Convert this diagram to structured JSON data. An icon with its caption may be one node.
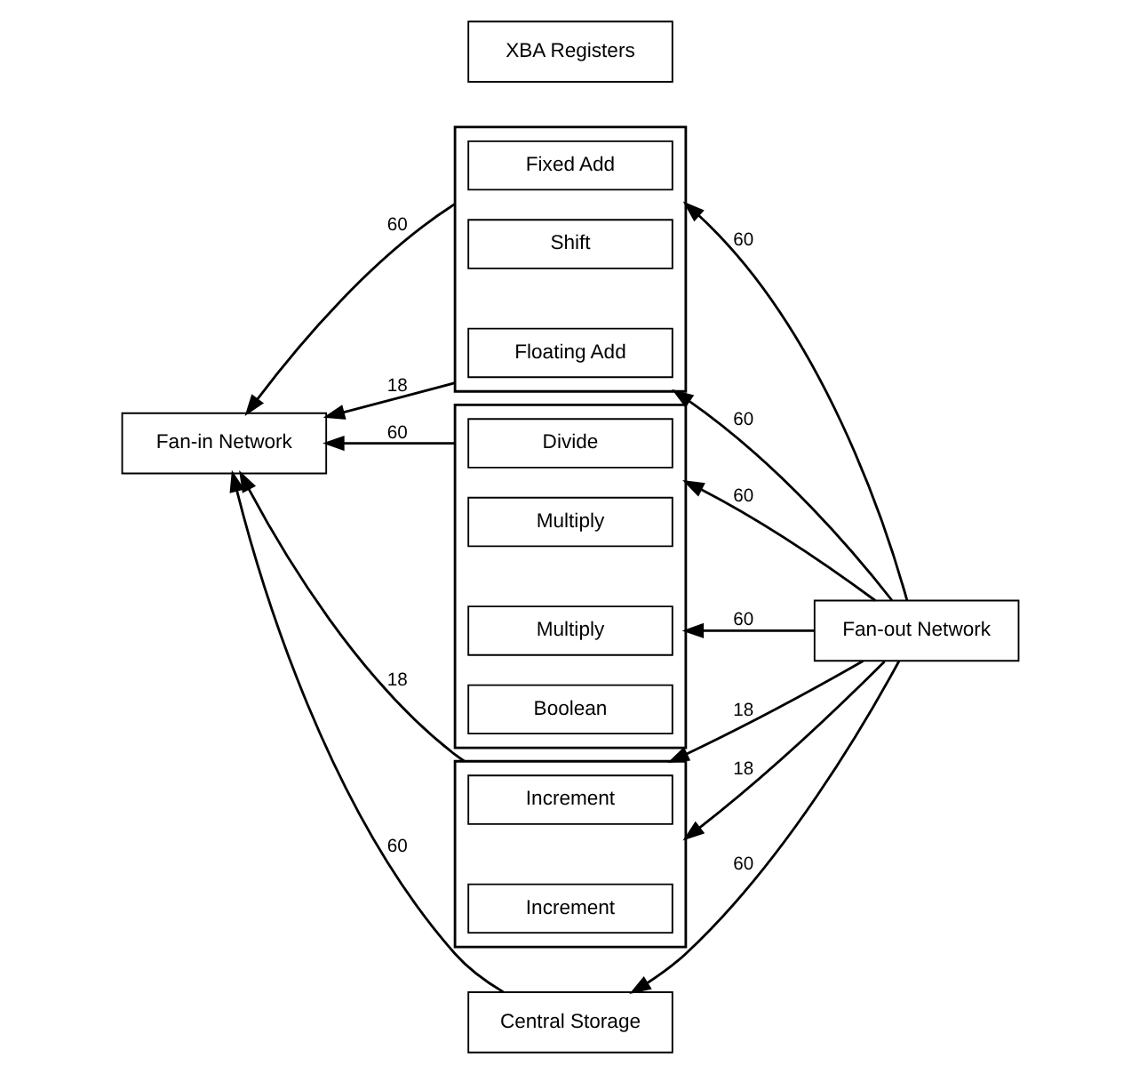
{
  "diagram": {
    "nodes": [
      {
        "text": [
          "Fan-in Network"
        ]
      },
      {
        "text": [
          "XBA Registers"
        ]
      },
      {
        "text": [
          "Fan-out Network"
        ]
      },
      {
        "text": [],
        "shape": "box"
      },
      {
        "text": [
          "Fixed Add"
        ],
        "in": 3
      },
      {
        "text": [
          "Floating Add"
        ],
        "in": 3
      },
      {
        "text": [
          "Shift"
        ],
        "in": 3
      },
      {
        "text": [],
        "shape": "box"
      },
      {
        "text": [
          "Boolean"
        ],
        "in": 7
      },
      {
        "text": [
          "Divide"
        ],
        "in": 7
      },
      {
        "text": [
          "Multiply"
        ],
        "in": 7
      },
      {
        "text": [
          "Multiply"
        ],
        "in": 7
      },
      {
        "text": [],
        "shape": "box"
      },
      {
        "text": [
          "Increment"
        ],
        "in": 12
      },
      {
        "text": [
          "Increment"
        ],
        "in": 12
      },
      {
        "text": [
          "Central Storage"
        ]
      }
    ],
    "edges": [
      {
        "from": 15,
        "to": 0,
        "arrow": "to",
        "label": "60"
      },
      {
        "from": 12,
        "to": 0,
        "arrow": "to",
        "label": "18"
      },
      {
        "from": 7,
        "to": 0,
        "arrow": "to",
        "label": "60"
      },
      {
        "from": 3,
        "to": 0,
        "arrow": "to",
        "label": "60"
      },
      {
        "from": 3,
        "to": 0,
        "arrow": "to",
        "label": "18"
      },
      {
        "from": 2,
        "to": 3,
        "arrow": "to",
        "label": "60"
      },
      {
        "from": 2,
        "to": 3,
        "arrow": "to",
        "label": "60"
      },
      {
        "from": 2,
        "to": 7,
        "arrow": "to",
        "label": "60"
      },
      {
        "from": 2,
        "to": 7,
        "arrow": "to",
        "label": "60"
      },
      {
        "from": 2,
        "to": 12,
        "arrow": "to",
        "label": "18"
      },
      {
        "from": 2,
        "to": 12,
        "arrow": "to",
        "label": "18"
      },
      {
        "from": 2,
        "to": 15,
        "arrow": "to",
        "label": "60"
      }
    ]
  }
}
